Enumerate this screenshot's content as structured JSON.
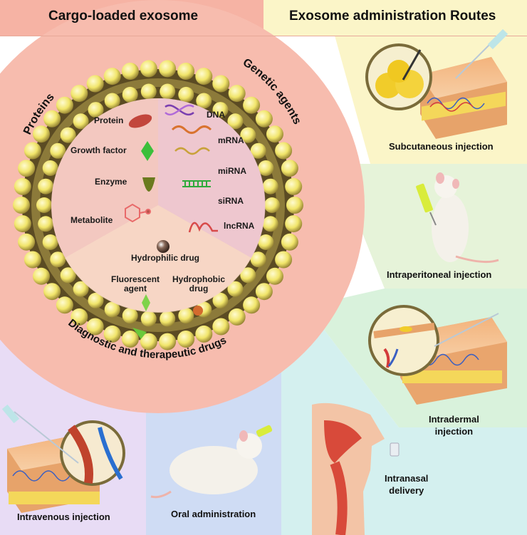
{
  "headings": {
    "left": "Cargo-loaded exosome",
    "right": "Exosome administration Routes"
  },
  "exosome": {
    "sectors": {
      "proteins": "Proteins",
      "genetic": "Genetic agents",
      "drugs": "Diagnostic and therapeutic drugs"
    },
    "cargo": {
      "protein": "Protein",
      "growth_factor": "Growth factor",
      "enzyme": "Enzyme",
      "metabolite": "Metabolite",
      "dna": "DNA",
      "mrna": "mRNA",
      "mirna": "miRNA",
      "sirna": "siRNA",
      "lncrna": "lncRNA",
      "hydrophilic": "Hydrophilic drug",
      "fluorescent_1": "Fluorescent",
      "fluorescent_2": "agent",
      "hydrophobic_1": "Hydrophobic",
      "hydrophobic_2": "drug"
    }
  },
  "routes": {
    "subcutaneous": "Subcutaneous injection",
    "intraperitoneal": "Intraperitoneal injection",
    "intradermal_1": "Intradermal",
    "intradermal_2": "injection",
    "intranasal_1": "Intranasal",
    "intranasal_2": "delivery",
    "oral": "Oral administration",
    "intravenous": "Intravenous injection"
  },
  "colors": {
    "salmon": "#f6b3a4",
    "pink_disc": "#f3c3b9",
    "yellow_panel": "#fbf5c8",
    "green_panel": "#e3f1d7",
    "mint_panel": "#d9f2dc",
    "cyan_panel": "#d6f1f0",
    "blue_panel": "#cddcf4",
    "lavender_panel": "#e7dbf5",
    "lipid_head": "#f3ea7a",
    "membrane": "#6d5a2c"
  }
}
